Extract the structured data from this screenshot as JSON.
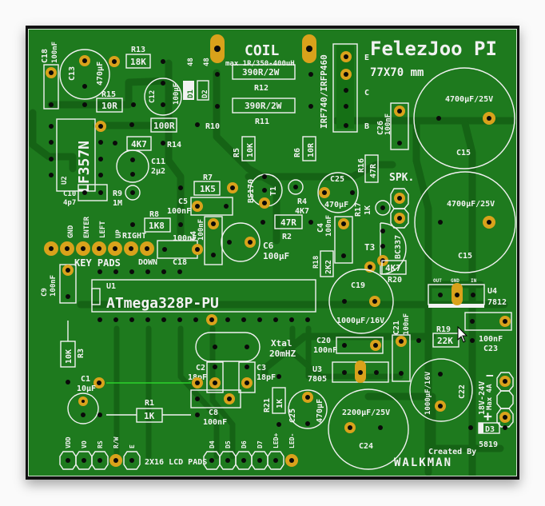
{
  "board": {
    "title": "FelezJoo PI",
    "size": "77X70 mm",
    "credit": "Created By",
    "author_logo": "WALKMAN",
    "colors": {
      "substrate": "#1e7a1e",
      "trace": "#156315",
      "pad_gold": "#d9a21b",
      "silk": "#f2f2f2"
    }
  },
  "coil": {
    "label": "COIL",
    "spec": "max 1R/350-400uH"
  },
  "mosfet": {
    "part": "IRF740/IRFP460",
    "pins": [
      "E",
      "C",
      "B"
    ]
  },
  "components": {
    "C18": {
      "ref": "C18",
      "value": "100nF"
    },
    "C13": {
      "ref": "C13",
      "value": "470µF"
    },
    "R13": {
      "ref": "R13",
      "value": "18K"
    },
    "R15": {
      "ref": "R15",
      "value": "10R"
    },
    "C12": {
      "ref": "C12",
      "value": "100µF"
    },
    "D1": {
      "ref": "D1"
    },
    "D2": {
      "ref": "D2"
    },
    "D_label_1": "48",
    "D_label_2": "48",
    "R12": {
      "ref": "R12",
      "value": "390R/2W"
    },
    "R11": {
      "ref": "R11",
      "value": "390R/2W"
    },
    "R10": {
      "ref": "R10",
      "value": "100R"
    },
    "R14": {
      "ref": "R14",
      "value": "4K7"
    },
    "U2": {
      "ref": "U2",
      "value": "LF357N"
    },
    "C10": {
      "ref": "C10",
      "value": "4p7"
    },
    "C11": {
      "ref": "C11",
      "value": "2µ2"
    },
    "R9": {
      "ref": "R9",
      "value": "1M"
    },
    "R5": {
      "ref": "R5",
      "value": "10K"
    },
    "R6": {
      "ref": "R6",
      "value": "10R"
    },
    "R7": {
      "ref": "R7",
      "value": "1K5"
    },
    "C5": {
      "ref": "C5",
      "value": "100nF"
    },
    "T1": {
      "ref": "T1",
      "value": "BS170"
    },
    "R4": {
      "ref": "R4",
      "value": "4K7"
    },
    "R8": {
      "ref": "R8",
      "value": "1K8"
    },
    "C4a": {
      "ref": "C4",
      "value": "100nF"
    },
    "C6": {
      "ref": "C6",
      "value": "100µF"
    },
    "R2": {
      "ref": "R2",
      "value": "47R"
    },
    "C25a": {
      "ref": "C25",
      "value": "470µF"
    },
    "R16": {
      "ref": "R16",
      "value": "47R"
    },
    "R17": {
      "ref": "R17",
      "value": "1K"
    },
    "C4b": {
      "ref": "C4",
      "value": "100nF"
    },
    "T3": {
      "ref": "T3",
      "value": "BC337"
    },
    "R18": {
      "ref": "R18",
      "value": "2K2"
    },
    "R20": {
      "ref": "R20",
      "value": "4K7"
    },
    "C26": {
      "ref": "C26",
      "value": "100nF"
    },
    "C15a": {
      "ref": "C15",
      "value": "4700µF/25V"
    },
    "C15b": {
      "ref": "C15",
      "value": "4700µF/25V"
    },
    "C18b": {
      "ref": "C18"
    },
    "C9": {
      "ref": "C9",
      "value": "100nF"
    },
    "U1": {
      "ref": "U1",
      "value": "ATmega328P-PU"
    },
    "C19": {
      "ref": "C19",
      "value": "1000µF/16V"
    },
    "C21": {
      "ref": "C21",
      "value": "100nF"
    },
    "C20": {
      "ref": "C20",
      "value": "100nF"
    },
    "U3": {
      "ref": "U3",
      "value": "7805"
    },
    "U4": {
      "ref": "U4",
      "value": "7812",
      "pins": [
        "OUT",
        "GND",
        "IN"
      ]
    },
    "R19": {
      "ref": "R19",
      "value": "22K"
    },
    "C23": {
      "ref": "C23",
      "value": "100nF"
    },
    "R3": {
      "ref": "R3",
      "value": "10K"
    },
    "Xtal": {
      "ref": "Xtal",
      "value": "20mHZ"
    },
    "C2": {
      "ref": "C2",
      "value": "18pF"
    },
    "C3": {
      "ref": "C3",
      "value": "18pF"
    },
    "C1": {
      "ref": "C1",
      "value": "10µF"
    },
    "R1": {
      "ref": "R1",
      "value": "1K"
    },
    "C8": {
      "ref": "C8",
      "value": "100nF"
    },
    "R21": {
      "ref": "R21",
      "value": "1K"
    },
    "C25b": {
      "ref": "C25",
      "value": "470µF"
    },
    "C24": {
      "ref": "C24",
      "value": "2200µF/25V"
    },
    "C22": {
      "ref": "C22",
      "value": "1000µF/16V"
    },
    "D3": {
      "ref": "D3",
      "value": "5819"
    }
  },
  "spk": {
    "label": "SPK."
  },
  "power": {
    "input": "18V-24V",
    "max": "Max 4A",
    "minus": "−",
    "plus": "+"
  },
  "key_pads": {
    "title": "KEY PADS",
    "labels": [
      "GND",
      "ENTER",
      "LEFT",
      "UP",
      "RIGHT",
      "DOWN"
    ]
  },
  "lcd_pads": {
    "title": "2X16 LCD PADS",
    "labels": [
      "VDD",
      "VO",
      "RS",
      "R/W",
      "E",
      "D4",
      "D5",
      "D6",
      "D7",
      "LED+",
      "LED-"
    ]
  }
}
